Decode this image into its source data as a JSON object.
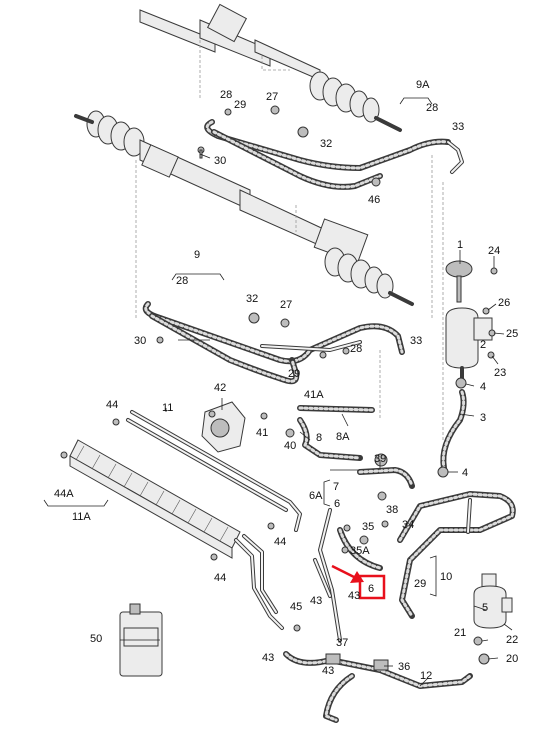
{
  "labels": {
    "n1": "1",
    "n2": "2",
    "n3": "3",
    "n4a": "4",
    "n4b": "4",
    "n5": "5",
    "n6a": "6",
    "n6b": "6",
    "n6A": "6A",
    "n7": "7",
    "n8": "8",
    "n8A": "8A",
    "n9": "9",
    "n9A": "9A",
    "n10": "10",
    "n11": "11",
    "n11A": "11A",
    "n12": "12",
    "n20": "20",
    "n21": "21",
    "n22": "22",
    "n23": "23",
    "n24": "24",
    "n25": "25",
    "n26": "26",
    "n27a": "27",
    "n27b": "27",
    "n28a": "28",
    "n28b": "28",
    "n28c": "28",
    "n28d": "28",
    "n29a": "29",
    "n29b": "29",
    "n29c": "29",
    "n30a": "30",
    "n30b": "30",
    "n32a": "32",
    "n32b": "32",
    "n33a": "33",
    "n33b": "33",
    "n34": "34",
    "n35": "35",
    "n35A": "35A",
    "n36": "36",
    "n37": "37",
    "n38": "38",
    "n39": "39",
    "n40": "40",
    "n41": "41",
    "n41A": "41A",
    "n42": "42",
    "n43a": "43",
    "n43b": "43",
    "n43c": "43",
    "n43d": "43",
    "n44a": "44",
    "n44b": "44",
    "n44c": "44",
    "n44A": "44A",
    "n45": "45",
    "n46": "46",
    "n50": "50"
  },
  "highlight": {
    "color": "#e8101c"
  },
  "colors": {
    "line": "#3a3a3a",
    "leader": "#222222",
    "dashed_guide": "#999999"
  }
}
